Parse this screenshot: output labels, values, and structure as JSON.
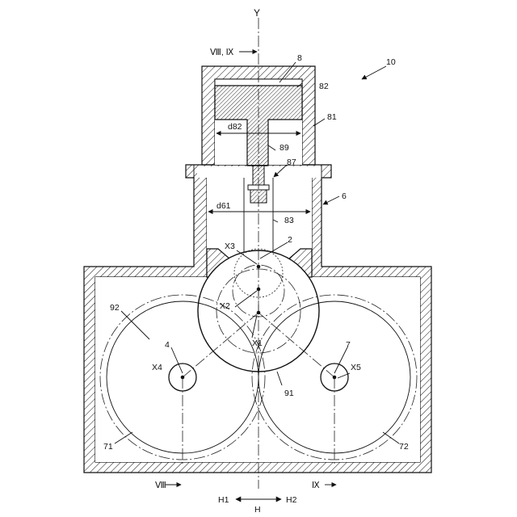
{
  "labels": {
    "axis_y": "Y",
    "section_top": "Ⅷ, Ⅸ",
    "n8": "8",
    "n10": "10",
    "n82": "82",
    "n81": "81",
    "d82": "d82",
    "n89": "89",
    "n87": "87",
    "n6": "6",
    "d61": "d61",
    "n83": "83",
    "x3": "X3",
    "n2": "2",
    "n92": "92",
    "x2": "X2",
    "x1": "X1",
    "n4": "4",
    "n7": "7",
    "x4": "X4",
    "x5": "X5",
    "n91": "91",
    "n71": "71",
    "n72": "72",
    "section_left": "Ⅷ",
    "section_right": "Ⅸ",
    "h1": "H1",
    "h2": "H2",
    "h": "H"
  }
}
